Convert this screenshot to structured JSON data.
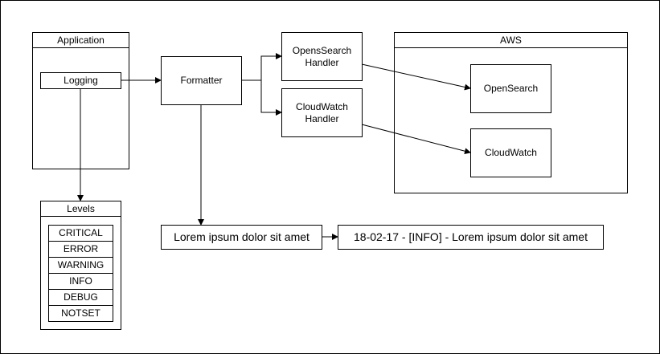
{
  "application": {
    "title": "Application",
    "logging": "Logging"
  },
  "levels": {
    "title": "Levels",
    "items": [
      "CRITICAL",
      "ERROR",
      "WARNING",
      "INFO",
      "DEBUG",
      "NOTSET"
    ]
  },
  "formatter": "Formatter",
  "handlers": {
    "opensearch": "OpensSearch\nHandler",
    "cloudwatch": "CloudWatch\nHandler"
  },
  "aws": {
    "title": "AWS",
    "opensearch": "OpenSearch",
    "cloudwatch": "CloudWatch"
  },
  "messages": {
    "raw": "Lorem ipsum dolor sit amet",
    "formatted": "18-02-17 - [INFO] - Lorem ipsum dolor sit amet"
  }
}
